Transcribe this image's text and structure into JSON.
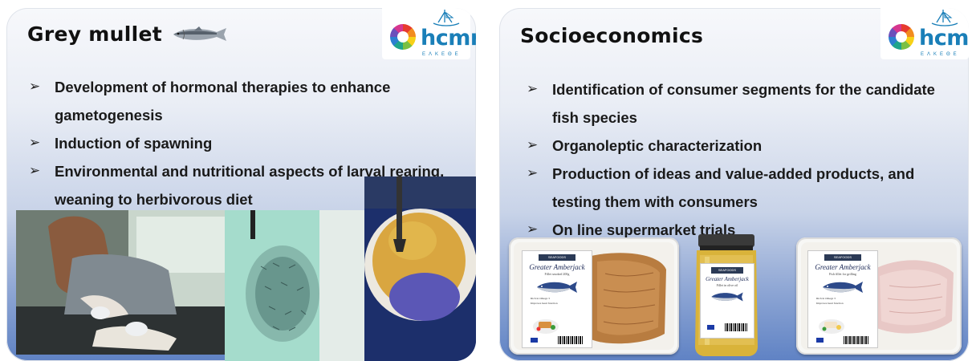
{
  "slides": [
    {
      "title": "Grey mullet",
      "logo": {
        "text": "hcmr",
        "subtitle": "ΕΛΚΕΘΕ"
      },
      "bullets": [
        "Development of hormonal therapies to enhance gametogenesis",
        "Induction of spawning",
        "Environmental and nutritional aspects of larval rearing, weaning to herbivorous diet"
      ],
      "icons": [
        "fish-icon",
        "color-wheel-icon",
        "ship-icon"
      ],
      "photos": [
        "technician-photo",
        "fish-fry-photo",
        "net-photo"
      ]
    },
    {
      "title": "Socioeconomics",
      "logo": {
        "text": "hcmr",
        "subtitle": "ΕΛΚΕΘΕ"
      },
      "bullets": [
        "Identification of consumer segments for the candidate fish species",
        "Organoleptic characterization",
        "Production of ideas and value-added products, and testing them with consumers",
        "On line supermarket trials"
      ],
      "products": [
        {
          "brand": "SEAFOODS",
          "name": "Greater Amberjack",
          "subtitle": "Fillet smoked 200g",
          "lines": [
            "Rich in Omega 3",
            "Improves heart function"
          ]
        },
        {
          "brand": "SEAFOODS",
          "name": "Greater Amberjack",
          "subtitle": "Fillet in olive oil"
        },
        {
          "brand": "SEAFOODS",
          "name": "Greater Amberjack",
          "subtitle": "Fish fillet for grilling",
          "lines": [
            "Rich in Omega 3",
            "Improves heart function"
          ]
        }
      ]
    }
  ],
  "colors": {
    "title": "#111111",
    "logo": "#1a7fb8",
    "label_navy": "#1d2a57"
  }
}
